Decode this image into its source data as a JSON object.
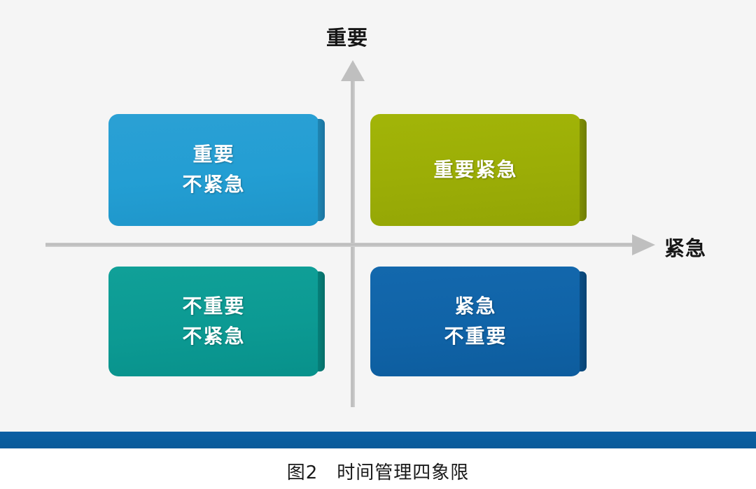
{
  "diagram": {
    "type": "matrix-2x2",
    "axes": {
      "vertical": {
        "label": "重要",
        "icon": "arrow-up-icon",
        "direction": "up",
        "color": "#bfbfbf"
      },
      "horizontal": {
        "label": "紧急",
        "icon": "arrow-right-icon",
        "direction": "right",
        "color": "#bfbfbf"
      }
    },
    "quadrants": [
      {
        "id": "important-not-urgent",
        "position": "top-left",
        "lines": [
          "重要",
          "不紧急"
        ],
        "color": "#239ed3",
        "shadow_color": "#1a73a0"
      },
      {
        "id": "important-urgent",
        "position": "top-right",
        "lines": [
          "重要紧急"
        ],
        "color": "#9bad06",
        "shadow_color": "#6f7d03"
      },
      {
        "id": "not-important-not-urgent",
        "position": "bottom-left",
        "lines": [
          "不重要",
          "不紧急"
        ],
        "color": "#0c9a93",
        "shadow_color": "#056d68"
      },
      {
        "id": "urgent-not-important",
        "position": "bottom-right",
        "lines": [
          "紧急",
          "不重要"
        ],
        "color": "#1063a7",
        "shadow_color": "#084373"
      }
    ]
  },
  "footer": {
    "divider_color": "#0a5d9e",
    "caption": "图2　时间管理四象限",
    "caption_number": "图2",
    "caption_title": "时间管理四象限"
  },
  "background": {
    "canvas_color": "#f5f5f5",
    "footer_color": "#ffffff"
  }
}
